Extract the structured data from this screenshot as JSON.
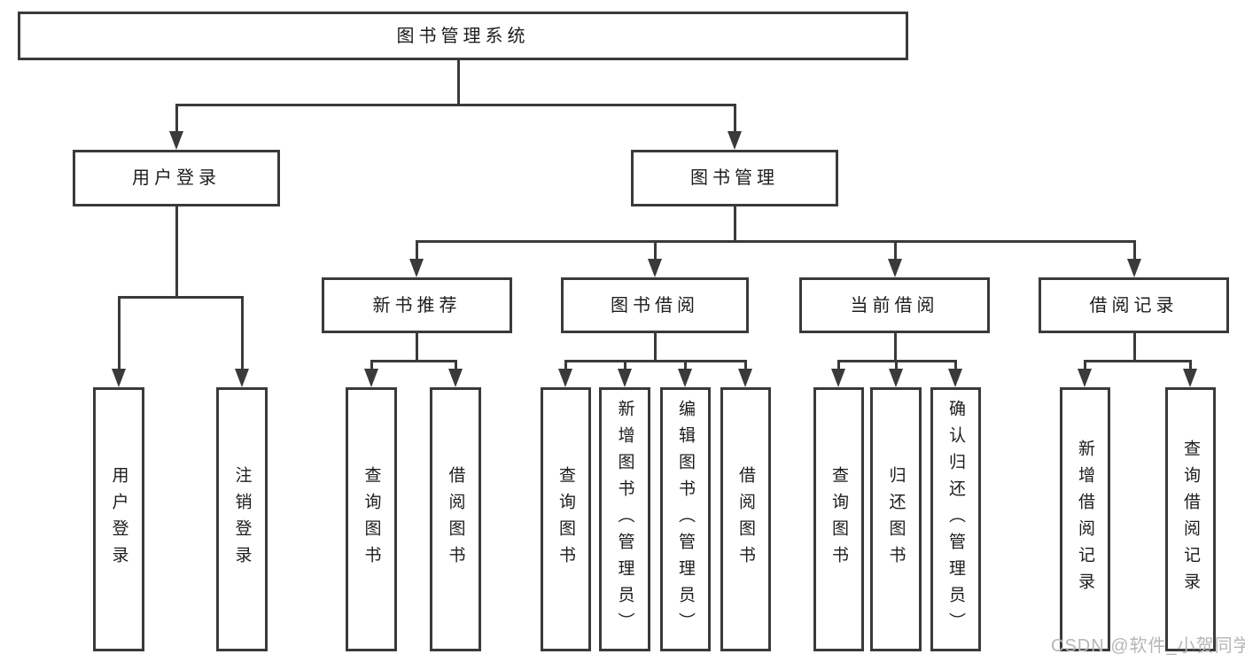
{
  "watermark": "CSDN @软件_小贺同学",
  "colors": {
    "line": "#3a3a3a",
    "box_border": "#3a3a3a",
    "box_background": "#ffffff",
    "text": "#1c1c1c",
    "watermark_text": "#b4b6b8"
  },
  "tree": {
    "root": "图书管理系统",
    "branches": [
      {
        "label": "用户登录",
        "children": [
          "用户登录",
          "注销登录"
        ]
      },
      {
        "label": "图书管理",
        "groups": [
          {
            "label": "新书推荐",
            "children": [
              "查询图书",
              "借阅图书"
            ]
          },
          {
            "label": "图书借阅",
            "children": [
              "查询图书",
              "新增图书（管理员）",
              "编辑图书（管理员）",
              "借阅图书"
            ]
          },
          {
            "label": "当前借阅",
            "children": [
              "查询图书",
              "归还图书",
              "确认归还（管理员）"
            ]
          },
          {
            "label": "借阅记录",
            "children": [
              "新增借阅记录",
              "查询借阅记录"
            ]
          }
        ]
      }
    ]
  }
}
